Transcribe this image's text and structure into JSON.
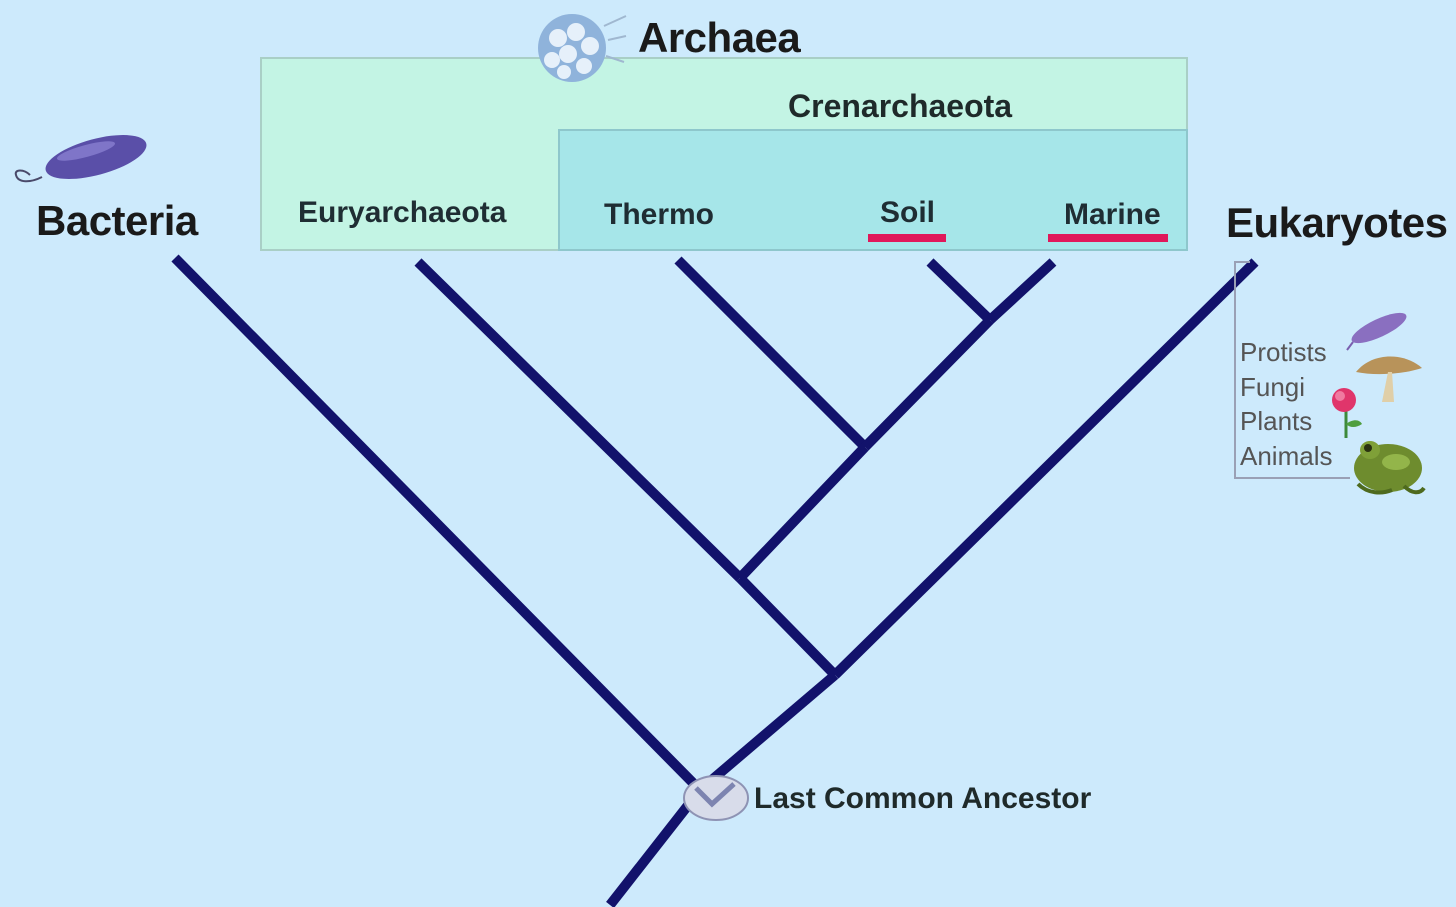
{
  "groups": {
    "bacteria": "Bacteria",
    "archaea": "Archaea",
    "eukaryotes": "Eukaryotes",
    "crenarchaeota": "Crenarchaeota",
    "euryarchaeota": "Euryarchaeota",
    "thermo": "Thermo",
    "soil": "Soil",
    "marine": "Marine",
    "ancestor": "Last Common Ancestor"
  },
  "eukaryote_members": [
    "Protists",
    "Fungi",
    "Plants",
    "Animals"
  ],
  "colors": {
    "background": "#cdeafc",
    "branch": "#12126b",
    "archaea_box": "#c3f4e4",
    "crenarchaeota_box": "#a6e6e9",
    "highlight_underline": "#e0185a"
  },
  "icons": {
    "bacteria": "bacterium-icon",
    "archaea": "archaea-cluster-icon",
    "ancestor": "ancestor-cell-icon",
    "protists": "protist-icon",
    "fungi": "mushroom-icon",
    "plants": "flower-icon",
    "animals": "frog-icon"
  }
}
